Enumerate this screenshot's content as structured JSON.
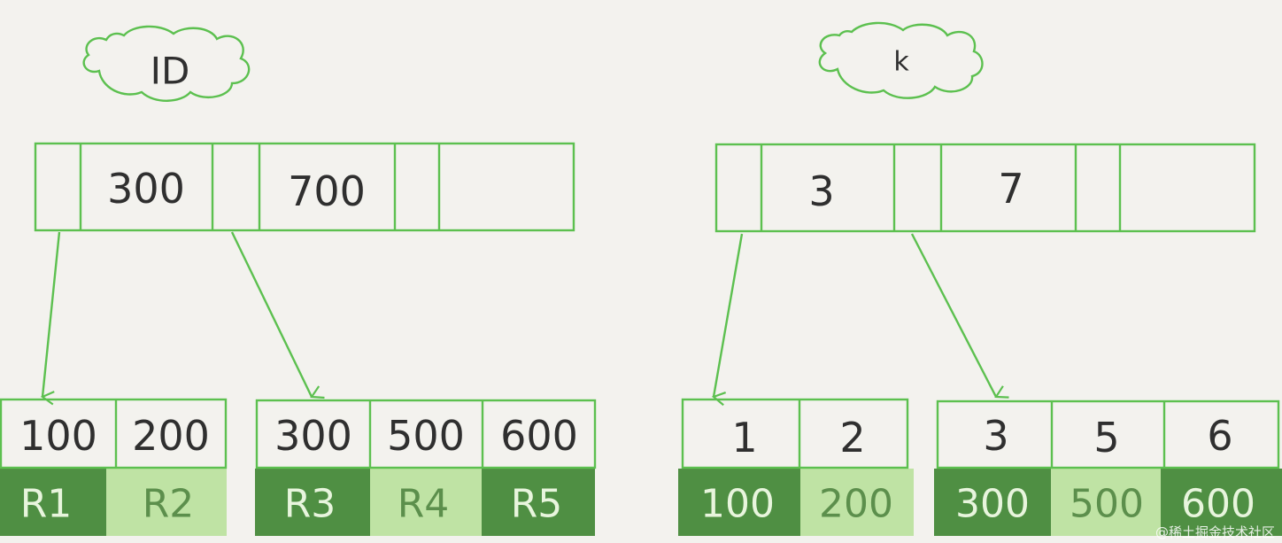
{
  "colors": {
    "background": "#f3f2ee",
    "line_green": "#5cc04f",
    "dark_green": "#4f8f43",
    "light_green": "#bfe3a4",
    "text_dark": "#2f2f2f",
    "text_light": "#e8f5dd",
    "text_on_light": "#5c8f4c"
  },
  "id_tree": {
    "title": "ID",
    "root_keys": [
      "300",
      "700"
    ],
    "leaf_a": {
      "keys": [
        "100",
        "200"
      ],
      "values": [
        "R1",
        "R2"
      ]
    },
    "leaf_b": {
      "keys": [
        "300",
        "500",
        "600"
      ],
      "values": [
        "R3",
        "R4",
        "R5"
      ]
    }
  },
  "k_tree": {
    "title": "k",
    "root_keys": [
      "3",
      "7"
    ],
    "leaf_a": {
      "keys": [
        "1",
        "2"
      ],
      "values": [
        "100",
        "200"
      ]
    },
    "leaf_b": {
      "keys": [
        "3",
        "5",
        "6"
      ],
      "values": [
        "300",
        "500",
        "600"
      ]
    }
  },
  "watermark": "@稀土掘金技术社区"
}
